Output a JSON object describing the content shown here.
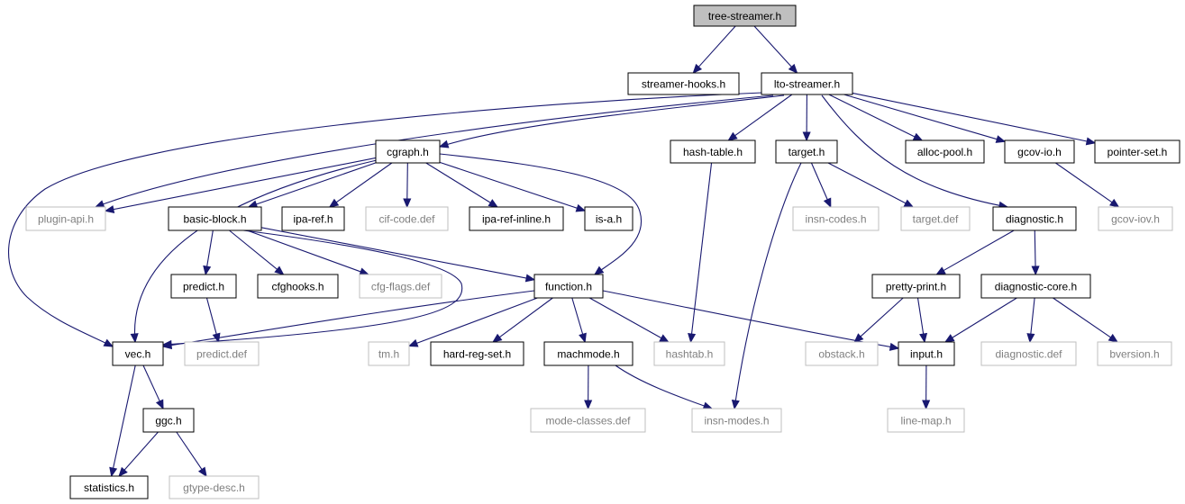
{
  "graph": {
    "title": "tree-streamer.h",
    "nodes": [
      {
        "id": "tree-streamer",
        "label": "tree-streamer.h",
        "kind": "root"
      },
      {
        "id": "streamer-hooks",
        "label": "streamer-hooks.h",
        "kind": "local"
      },
      {
        "id": "lto-streamer",
        "label": "lto-streamer.h",
        "kind": "local"
      },
      {
        "id": "cgraph",
        "label": "cgraph.h",
        "kind": "local"
      },
      {
        "id": "hash-table",
        "label": "hash-table.h",
        "kind": "local"
      },
      {
        "id": "target",
        "label": "target.h",
        "kind": "local"
      },
      {
        "id": "alloc-pool",
        "label": "alloc-pool.h",
        "kind": "local"
      },
      {
        "id": "gcov-io",
        "label": "gcov-io.h",
        "kind": "local"
      },
      {
        "id": "pointer-set",
        "label": "pointer-set.h",
        "kind": "local"
      },
      {
        "id": "plugin-api",
        "label": "plugin-api.h",
        "kind": "external"
      },
      {
        "id": "basic-block",
        "label": "basic-block.h",
        "kind": "local"
      },
      {
        "id": "ipa-ref",
        "label": "ipa-ref.h",
        "kind": "local"
      },
      {
        "id": "cif-code",
        "label": "cif-code.def",
        "kind": "external"
      },
      {
        "id": "ipa-ref-inline",
        "label": "ipa-ref-inline.h",
        "kind": "local"
      },
      {
        "id": "is-a",
        "label": "is-a.h",
        "kind": "local"
      },
      {
        "id": "insn-codes",
        "label": "insn-codes.h",
        "kind": "external"
      },
      {
        "id": "target-def",
        "label": "target.def",
        "kind": "external"
      },
      {
        "id": "diagnostic",
        "label": "diagnostic.h",
        "kind": "local"
      },
      {
        "id": "gcov-iov",
        "label": "gcov-iov.h",
        "kind": "external"
      },
      {
        "id": "predict",
        "label": "predict.h",
        "kind": "local"
      },
      {
        "id": "cfghooks",
        "label": "cfghooks.h",
        "kind": "local"
      },
      {
        "id": "cfg-flags",
        "label": "cfg-flags.def",
        "kind": "external"
      },
      {
        "id": "function",
        "label": "function.h",
        "kind": "local"
      },
      {
        "id": "pretty-print",
        "label": "pretty-print.h",
        "kind": "local"
      },
      {
        "id": "diagnostic-core",
        "label": "diagnostic-core.h",
        "kind": "local"
      },
      {
        "id": "vec",
        "label": "vec.h",
        "kind": "local"
      },
      {
        "id": "predict-def",
        "label": "predict.def",
        "kind": "external"
      },
      {
        "id": "tm",
        "label": "tm.h",
        "kind": "external"
      },
      {
        "id": "hard-reg-set",
        "label": "hard-reg-set.h",
        "kind": "local"
      },
      {
        "id": "machmode",
        "label": "machmode.h",
        "kind": "local"
      },
      {
        "id": "hashtab",
        "label": "hashtab.h",
        "kind": "external"
      },
      {
        "id": "obstack",
        "label": "obstack.h",
        "kind": "external"
      },
      {
        "id": "input",
        "label": "input.h",
        "kind": "local"
      },
      {
        "id": "diagnostic-def",
        "label": "diagnostic.def",
        "kind": "external"
      },
      {
        "id": "bversion",
        "label": "bversion.h",
        "kind": "external"
      },
      {
        "id": "ggc",
        "label": "ggc.h",
        "kind": "local"
      },
      {
        "id": "mode-classes",
        "label": "mode-classes.def",
        "kind": "external"
      },
      {
        "id": "insn-modes",
        "label": "insn-modes.h",
        "kind": "external"
      },
      {
        "id": "line-map",
        "label": "line-map.h",
        "kind": "external"
      },
      {
        "id": "statistics",
        "label": "statistics.h",
        "kind": "local"
      },
      {
        "id": "gtype-desc",
        "label": "gtype-desc.h",
        "kind": "external"
      }
    ],
    "edges": [
      [
        "tree-streamer",
        "streamer-hooks"
      ],
      [
        "tree-streamer",
        "lto-streamer"
      ],
      [
        "lto-streamer",
        "cgraph"
      ],
      [
        "lto-streamer",
        "hash-table"
      ],
      [
        "lto-streamer",
        "target"
      ],
      [
        "lto-streamer",
        "alloc-pool"
      ],
      [
        "lto-streamer",
        "gcov-io"
      ],
      [
        "lto-streamer",
        "pointer-set"
      ],
      [
        "lto-streamer",
        "plugin-api"
      ],
      [
        "lto-streamer",
        "vec"
      ],
      [
        "lto-streamer",
        "diagnostic"
      ],
      [
        "cgraph",
        "plugin-api"
      ],
      [
        "cgraph",
        "basic-block"
      ],
      [
        "cgraph",
        "ipa-ref"
      ],
      [
        "cgraph",
        "cif-code"
      ],
      [
        "cgraph",
        "ipa-ref-inline"
      ],
      [
        "cgraph",
        "is-a"
      ],
      [
        "cgraph",
        "function"
      ],
      [
        "cgraph",
        "vec"
      ],
      [
        "basic-block",
        "predict"
      ],
      [
        "basic-block",
        "cfghooks"
      ],
      [
        "basic-block",
        "cfg-flags"
      ],
      [
        "basic-block",
        "function"
      ],
      [
        "basic-block",
        "vec"
      ],
      [
        "predict",
        "predict-def"
      ],
      [
        "function",
        "vec"
      ],
      [
        "function",
        "tm"
      ],
      [
        "function",
        "hard-reg-set"
      ],
      [
        "function",
        "machmode"
      ],
      [
        "function",
        "hashtab"
      ],
      [
        "function",
        "input"
      ],
      [
        "hash-table",
        "hashtab"
      ],
      [
        "target",
        "insn-codes"
      ],
      [
        "target",
        "target-def"
      ],
      [
        "target",
        "insn-modes"
      ],
      [
        "gcov-io",
        "gcov-iov"
      ],
      [
        "diagnostic",
        "pretty-print"
      ],
      [
        "diagnostic",
        "diagnostic-core"
      ],
      [
        "pretty-print",
        "obstack"
      ],
      [
        "pretty-print",
        "input"
      ],
      [
        "diagnostic-core",
        "input"
      ],
      [
        "diagnostic-core",
        "diagnostic-def"
      ],
      [
        "diagnostic-core",
        "bversion"
      ],
      [
        "machmode",
        "mode-classes"
      ],
      [
        "machmode",
        "insn-modes"
      ],
      [
        "input",
        "line-map"
      ],
      [
        "vec",
        "statistics"
      ],
      [
        "vec",
        "ggc"
      ],
      [
        "ggc",
        "statistics"
      ],
      [
        "ggc",
        "gtype-desc"
      ]
    ]
  }
}
